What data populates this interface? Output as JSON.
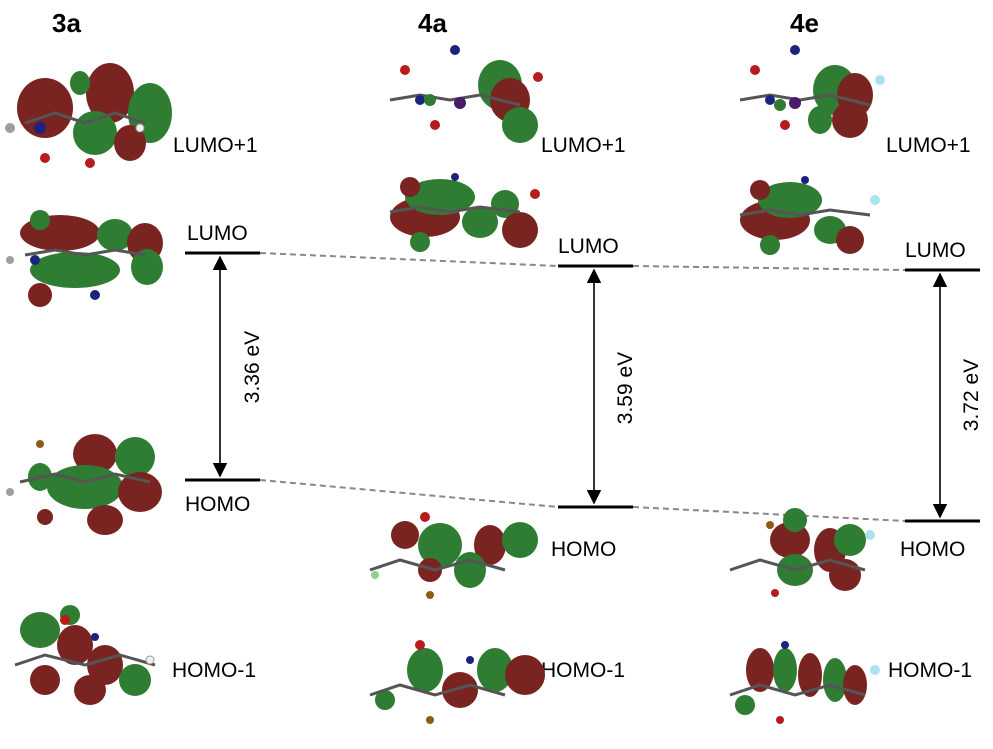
{
  "compounds": [
    {
      "name": "3a",
      "gap": "3.36 eV",
      "orbitals": [
        {
          "label": "LUMO+1"
        },
        {
          "label": "LUMO"
        },
        {
          "label": "HOMO"
        },
        {
          "label": "HOMO-1"
        }
      ]
    },
    {
      "name": "4a",
      "gap": "3.59 eV",
      "orbitals": [
        {
          "label": "LUMO+1"
        },
        {
          "label": "LUMO"
        },
        {
          "label": "HOMO"
        },
        {
          "label": "HOMO-1"
        }
      ]
    },
    {
      "name": "4e",
      "gap": "3.72 eV",
      "orbitals": [
        {
          "label": "LUMO+1"
        },
        {
          "label": "LUMO"
        },
        {
          "label": "HOMO"
        },
        {
          "label": "HOMO-1"
        }
      ]
    }
  ],
  "colors": {
    "lobe_positive": "#7a2422",
    "lobe_negative": "#2e7d32",
    "carbon": "#9e9e9e",
    "hydrogen": "#f0f0f0",
    "nitrogen": "#1a237e",
    "oxygen": "#b71c1c",
    "level_line": "#000000",
    "connector": "#888888"
  },
  "icons": [
    "molecular-orbital-rendering-icon",
    "double-arrow-icon"
  ]
}
